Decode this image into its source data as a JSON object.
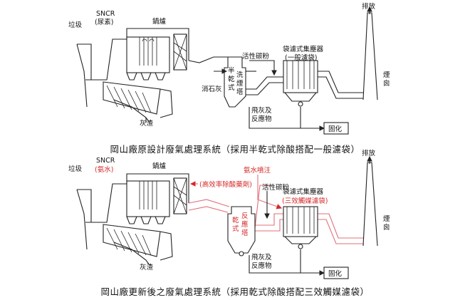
{
  "diagram1": {
    "caption": "岡山廠原設計廢氣處理系統（採用半乾式除酸搭配一般濾袋）",
    "labels": {
      "garbage": "垃圾",
      "sncr": "SNCR",
      "sncr_sub": "(尿素)",
      "boiler": "鍋爐",
      "activated_carbon": "活性碳粉",
      "baghouse_1": "袋濾式集塵器",
      "baghouse_2": "(一般濾袋)",
      "exhaust": "排放",
      "chimney_1": "煙",
      "chimney_2": "囪",
      "semi_dry_1": "半",
      "semi_dry_2": "乾",
      "semi_dry_3": "式",
      "scrubber_1": "洗",
      "scrubber_2": "煙",
      "scrubber_3": "塔",
      "lime": "消石灰",
      "bottom_ash": "灰渣",
      "fly_ash_1": "飛灰及",
      "fly_ash_2": "反應物",
      "solidify": "固化"
    }
  },
  "diagram2": {
    "caption": "岡山廠更新後之廢氣處理系統（採用乾式除酸搭配三效觸媒濾袋）",
    "labels": {
      "garbage": "垃圾",
      "sncr": "SNCR",
      "sncr_sub": "(氨水)",
      "boiler": "鍋爐",
      "high_eff": "(高效率除酸藥劑)",
      "ammonia_inj": "氨水噴注",
      "activated_carbon": "活性碳粉",
      "baghouse_1": "袋濾式集塵器",
      "baghouse_2": "(三效觸媒濾袋)",
      "exhaust": "排放",
      "chimney_1": "煙",
      "chimney_2": "囪",
      "dry_1": "乾",
      "dry_2": "式",
      "reactor_1": "反",
      "reactor_2": "應",
      "reactor_3": "塔",
      "bottom_ash": "灰渣",
      "fly_ash_1": "飛灰及",
      "fly_ash_2": "反應物",
      "solidify": "固化"
    }
  },
  "colors": {
    "line": "#222222",
    "new_equipment": "#d42a2a",
    "new_duct": "#e0707a"
  }
}
